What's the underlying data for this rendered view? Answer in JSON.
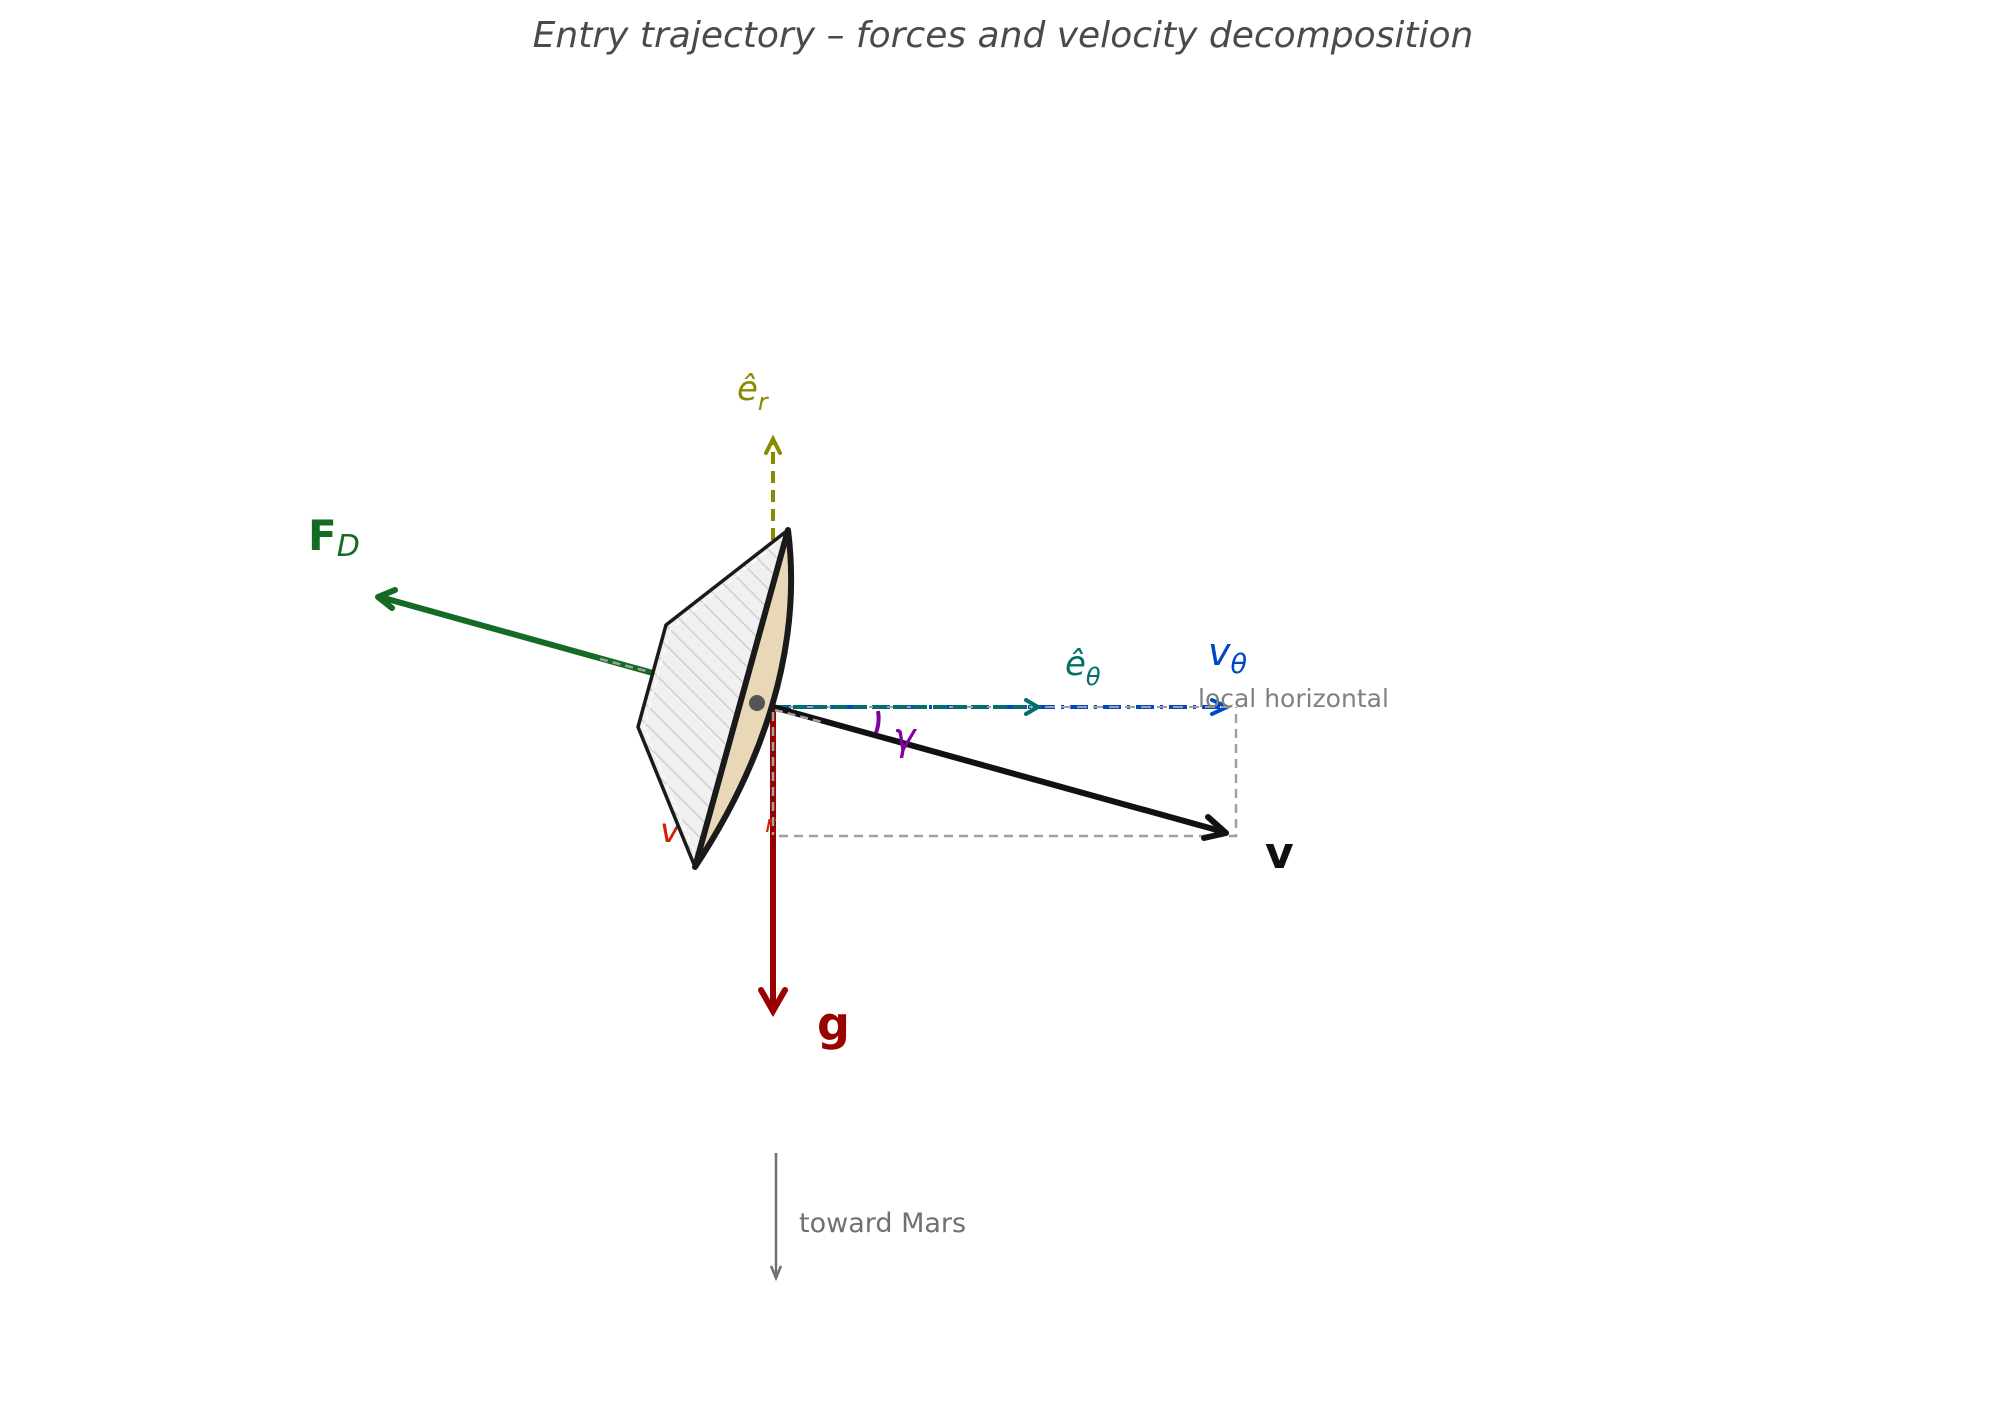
{
  "title": "Entry trajectory – forces and velocity decomposition",
  "labels": {
    "drag": {
      "main": "F",
      "sub": "D"
    },
    "radial_unit": {
      "main": "ê",
      "sub": "r"
    },
    "tangential_unit": {
      "main": "ê",
      "sub": "θ"
    },
    "v_theta": {
      "main": "v",
      "sub": "θ"
    },
    "v_r": {
      "main": "v",
      "sub": "r"
    },
    "velocity": "v",
    "gravity": "g",
    "flight_path_angle": "γ",
    "local_horizontal": "local horizontal",
    "toward_mars": "toward Mars"
  },
  "colors": {
    "drag": "#146b23",
    "radial_unit": "#8a8a00",
    "tangential_unit": "#007068",
    "v_theta": "#0046c8",
    "v_r": "#d42000",
    "velocity": "#111111",
    "gravity": "#990000",
    "angle": "#8000a0",
    "heat_shield": "#e8d8b8",
    "backshell": "#f0f0f0",
    "guides": "#9e9e9e",
    "title": "#4a4a4a"
  }
}
